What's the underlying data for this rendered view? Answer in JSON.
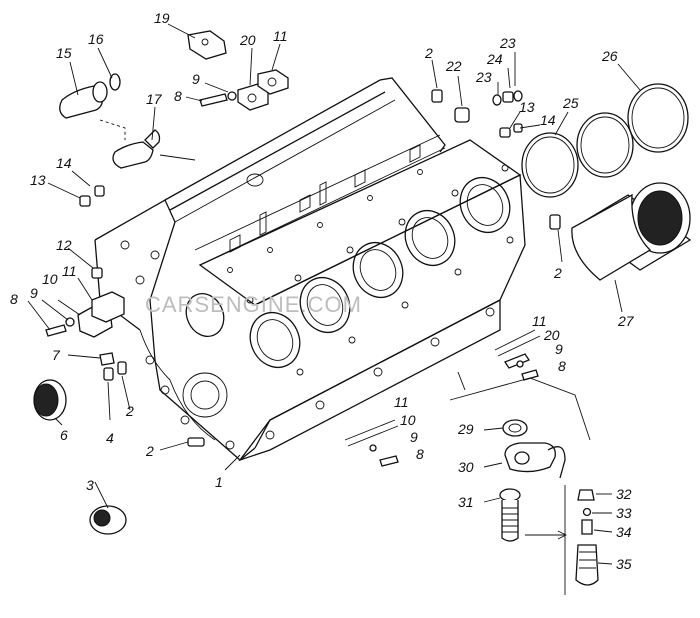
{
  "watermark": "CARSENGINE.COM",
  "callouts": {
    "c1": "1",
    "c2a": "2",
    "c2b": "2",
    "c2c": "2",
    "c2d": "2",
    "c3": "3",
    "c4": "4",
    "c6": "6",
    "c7": "7",
    "c8a": "8",
    "c8b": "8",
    "c8c": "8",
    "c8d": "8",
    "c9a": "9",
    "c9b": "9",
    "c9c": "9",
    "c9d": "9",
    "c10a": "10",
    "c10b": "10",
    "c11a": "11",
    "c11b": "11",
    "c11c": "11",
    "c11d": "11",
    "c12": "12",
    "c13a": "13",
    "c13b": "13",
    "c14a": "14",
    "c14b": "14",
    "c15": "15",
    "c16": "16",
    "c17": "17",
    "c19": "19",
    "c20a": "20",
    "c20b": "20",
    "c22": "22",
    "c23a": "23",
    "c23b": "23",
    "c24": "24",
    "c25": "25",
    "c26": "26",
    "c27": "27",
    "c29": "29",
    "c30": "30",
    "c31": "31",
    "c32": "32",
    "c33": "33",
    "c34": "34",
    "c35": "35"
  }
}
